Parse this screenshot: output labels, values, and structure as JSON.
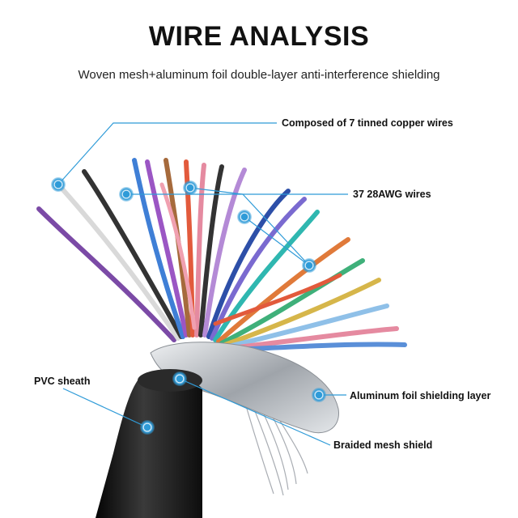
{
  "header": {
    "title": "WIRE ANALYSIS",
    "subtitle": "Woven mesh+aluminum foil double-layer anti-interference shielding"
  },
  "callouts": {
    "copper": "Composed of 7 tinned copper wires",
    "awg": "37 28AWG wires",
    "pvc": "PVC sheath",
    "foil": "Aluminum foil shielding layer",
    "braid": "Braided mesh shield"
  },
  "colors": {
    "accent": "#2f9bd8",
    "sheath": "#1c1c1c",
    "foil": "#c9cdd2"
  }
}
